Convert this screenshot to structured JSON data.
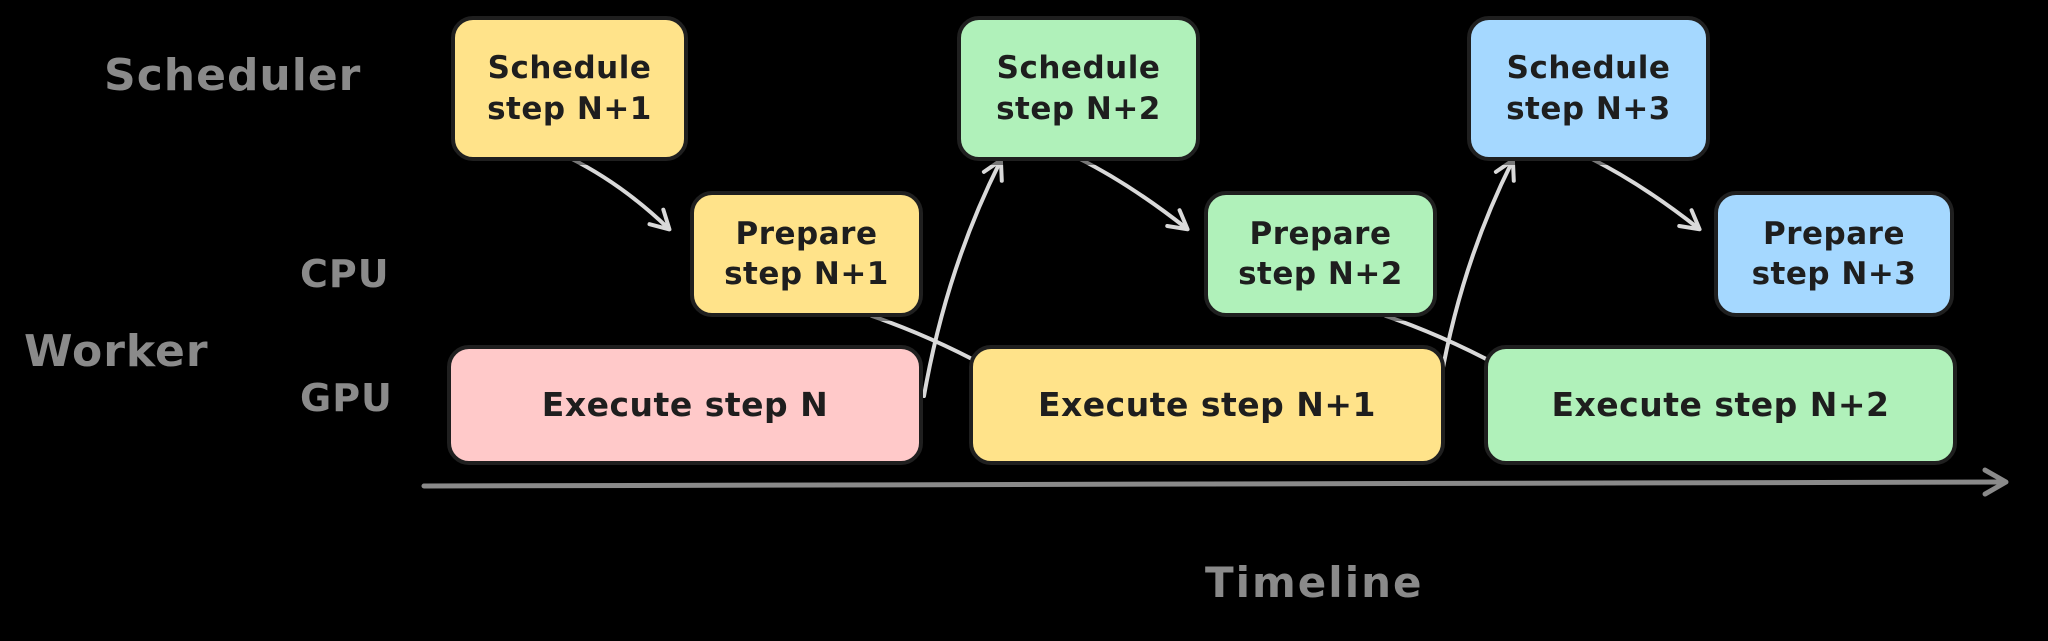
{
  "diagram": {
    "labels": {
      "scheduler": "Scheduler",
      "worker": "Worker",
      "cpu": "CPU",
      "gpu": "GPU",
      "timeline": "Timeline"
    },
    "nodes": {
      "schedule_n1": {
        "line1": "Schedule",
        "line2": "step N+1",
        "color": "yellow"
      },
      "schedule_n2": {
        "line1": "Schedule",
        "line2": "step N+2",
        "color": "green"
      },
      "schedule_n3": {
        "line1": "Schedule",
        "line2": "step N+3",
        "color": "blue"
      },
      "prepare_n1": {
        "line1": "Prepare",
        "line2": "step N+1",
        "color": "yellow"
      },
      "prepare_n2": {
        "line1": "Prepare",
        "line2": "step N+2",
        "color": "green"
      },
      "prepare_n3": {
        "line1": "Prepare",
        "line2": "step N+3",
        "color": "blue"
      },
      "execute_n": {
        "label": "Execute step N",
        "color": "pink"
      },
      "execute_n1": {
        "label": "Execute step N+1",
        "color": "yellow"
      },
      "execute_n2": {
        "label": "Execute step N+2",
        "color": "green"
      }
    },
    "edges": [
      {
        "from": "schedule_n1",
        "to": "prepare_n1"
      },
      {
        "from": "prepare_n1",
        "to": "execute_n1"
      },
      {
        "from": "execute_n",
        "to": "schedule_n2"
      },
      {
        "from": "schedule_n2",
        "to": "prepare_n2"
      },
      {
        "from": "prepare_n2",
        "to": "execute_n2"
      },
      {
        "from": "execute_n1",
        "to": "schedule_n3"
      },
      {
        "from": "schedule_n3",
        "to": "prepare_n3"
      }
    ],
    "colors": {
      "yellow": "#ffe38a",
      "green": "#b0f1ba",
      "blue": "#a5d8ff",
      "pink": "#ffc9c9",
      "node_border": "#1f1f1f",
      "node_text": "#1e1e1e",
      "label_text": "#8a8a8a",
      "connector": "#d9d9d9",
      "timeline_axis": "#8a8a8a",
      "background": "#000000"
    }
  }
}
